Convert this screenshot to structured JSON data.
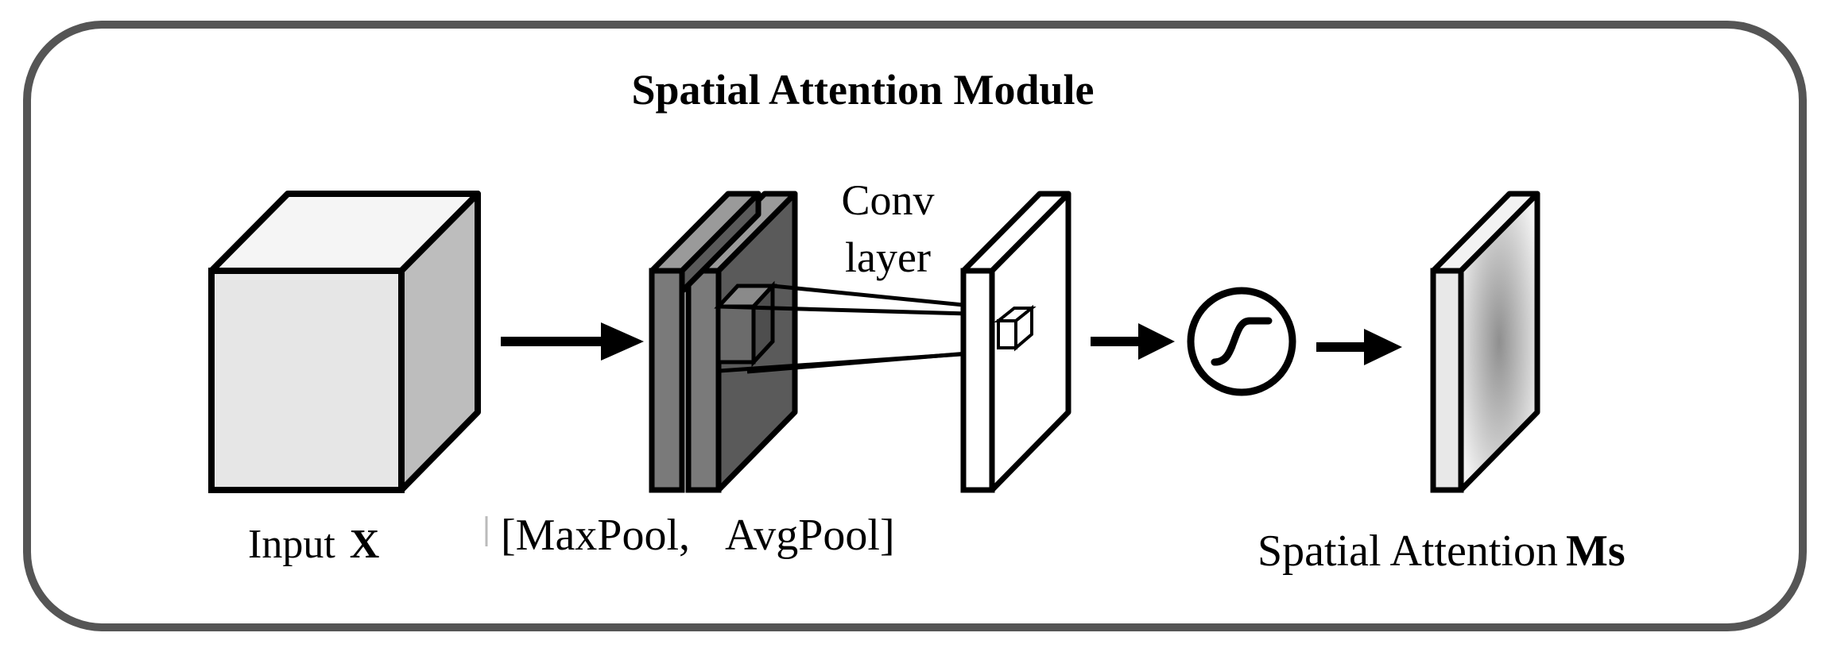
{
  "title": "Spatial Attention Module",
  "labels": {
    "input_prefix": "Input",
    "input_symbol": "X",
    "pool_open": "[MaxPool,",
    "pool_close": "AvgPool]",
    "conv_line1": "Conv",
    "conv_line2": "layer",
    "output_prefix": "Spatial Attention",
    "output_symbol": "Ms"
  },
  "colors": {
    "frame_border": "#555555",
    "stroke": "#000000",
    "input_front": "#e6e6e6",
    "input_side": "#bdbdbd",
    "pool_front": "#7a7a7a",
    "pool_dark": "#5e5e5e",
    "conv_fill": "#ffffff",
    "output_gradient_dark": "#909090",
    "output_gradient_light": "#f2f2f2"
  },
  "icons": {
    "sigmoid": "sigmoid-icon",
    "arrow": "arrow-right-icon"
  }
}
